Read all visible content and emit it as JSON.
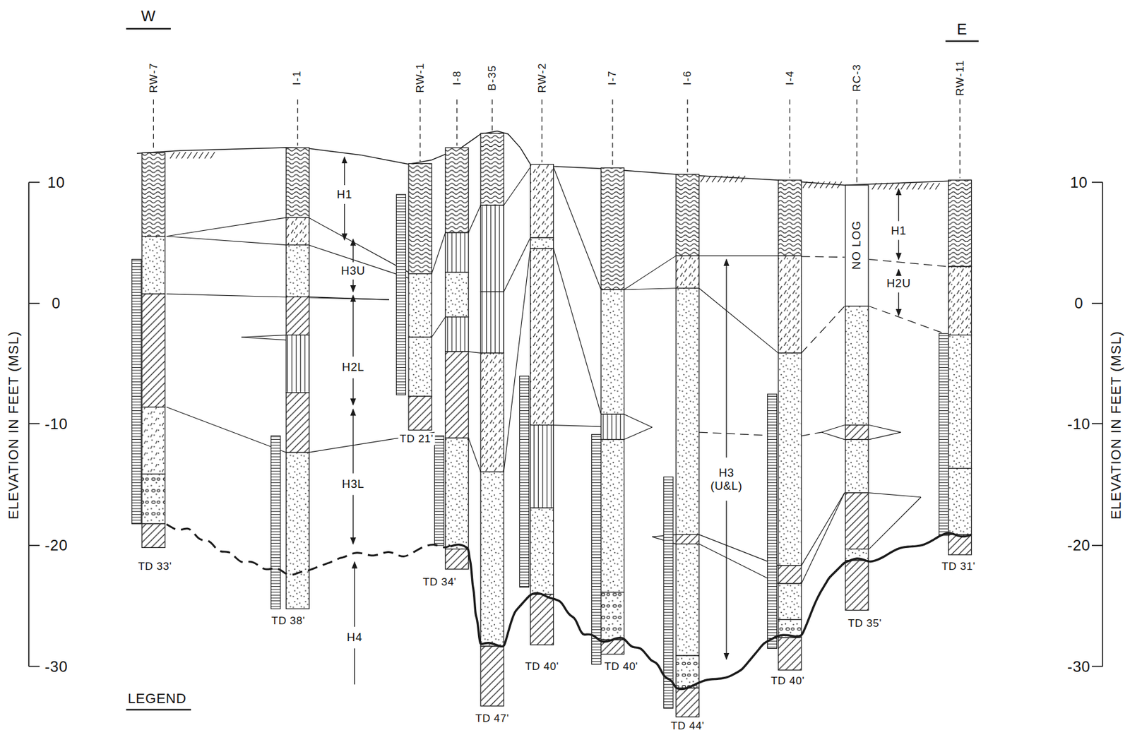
{
  "diagram": {
    "labels": [
      "W",
      "E",
      "RW-7",
      "I-1",
      "RW-1",
      "I-8",
      "B-35",
      "RW-2",
      "I-7",
      "I-6",
      "I-4",
      "RC-3",
      "RW-11",
      "ELEVATION IN FEET (MSL)",
      "10",
      "0",
      "-10",
      "-20",
      "-30",
      "ELEVATION IN FEET (MSL)",
      "10",
      "0",
      "-10",
      "-20",
      "-30",
      "H1",
      "H3U",
      "H2L",
      "H3L",
      "H4",
      "H1",
      "H2U",
      "NO LOG",
      "H3 (U&L)",
      "TD 33'",
      "TD 38'",
      "TD 21'",
      "TD 34'",
      "TD 47'",
      "TD 40'",
      "TD 40'",
      "TD 44'",
      "TD 40'",
      "TD 35'",
      "TD 31'",
      "LEGEND"
    ]
  }
}
